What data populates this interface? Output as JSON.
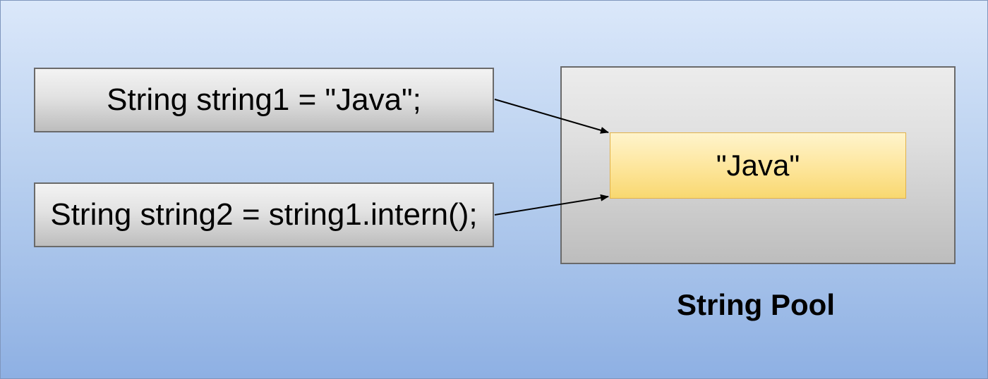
{
  "diagram": {
    "statements": [
      {
        "id": "string1",
        "text": "String string1 = \"Java\";"
      },
      {
        "id": "string2",
        "text": "String string2 = string1.intern();"
      }
    ],
    "pool": {
      "label": "String Pool",
      "value": "\"Java\""
    },
    "edges": [
      {
        "from": "string1",
        "to": "pool-value"
      },
      {
        "from": "string2",
        "to": "pool-value"
      }
    ],
    "colors": {
      "background_top": "#dbe8fa",
      "background_bottom": "#8eb0e3",
      "value_fill": "#fde59a",
      "value_border": "#e2b24a",
      "arrow": "#000000"
    }
  }
}
